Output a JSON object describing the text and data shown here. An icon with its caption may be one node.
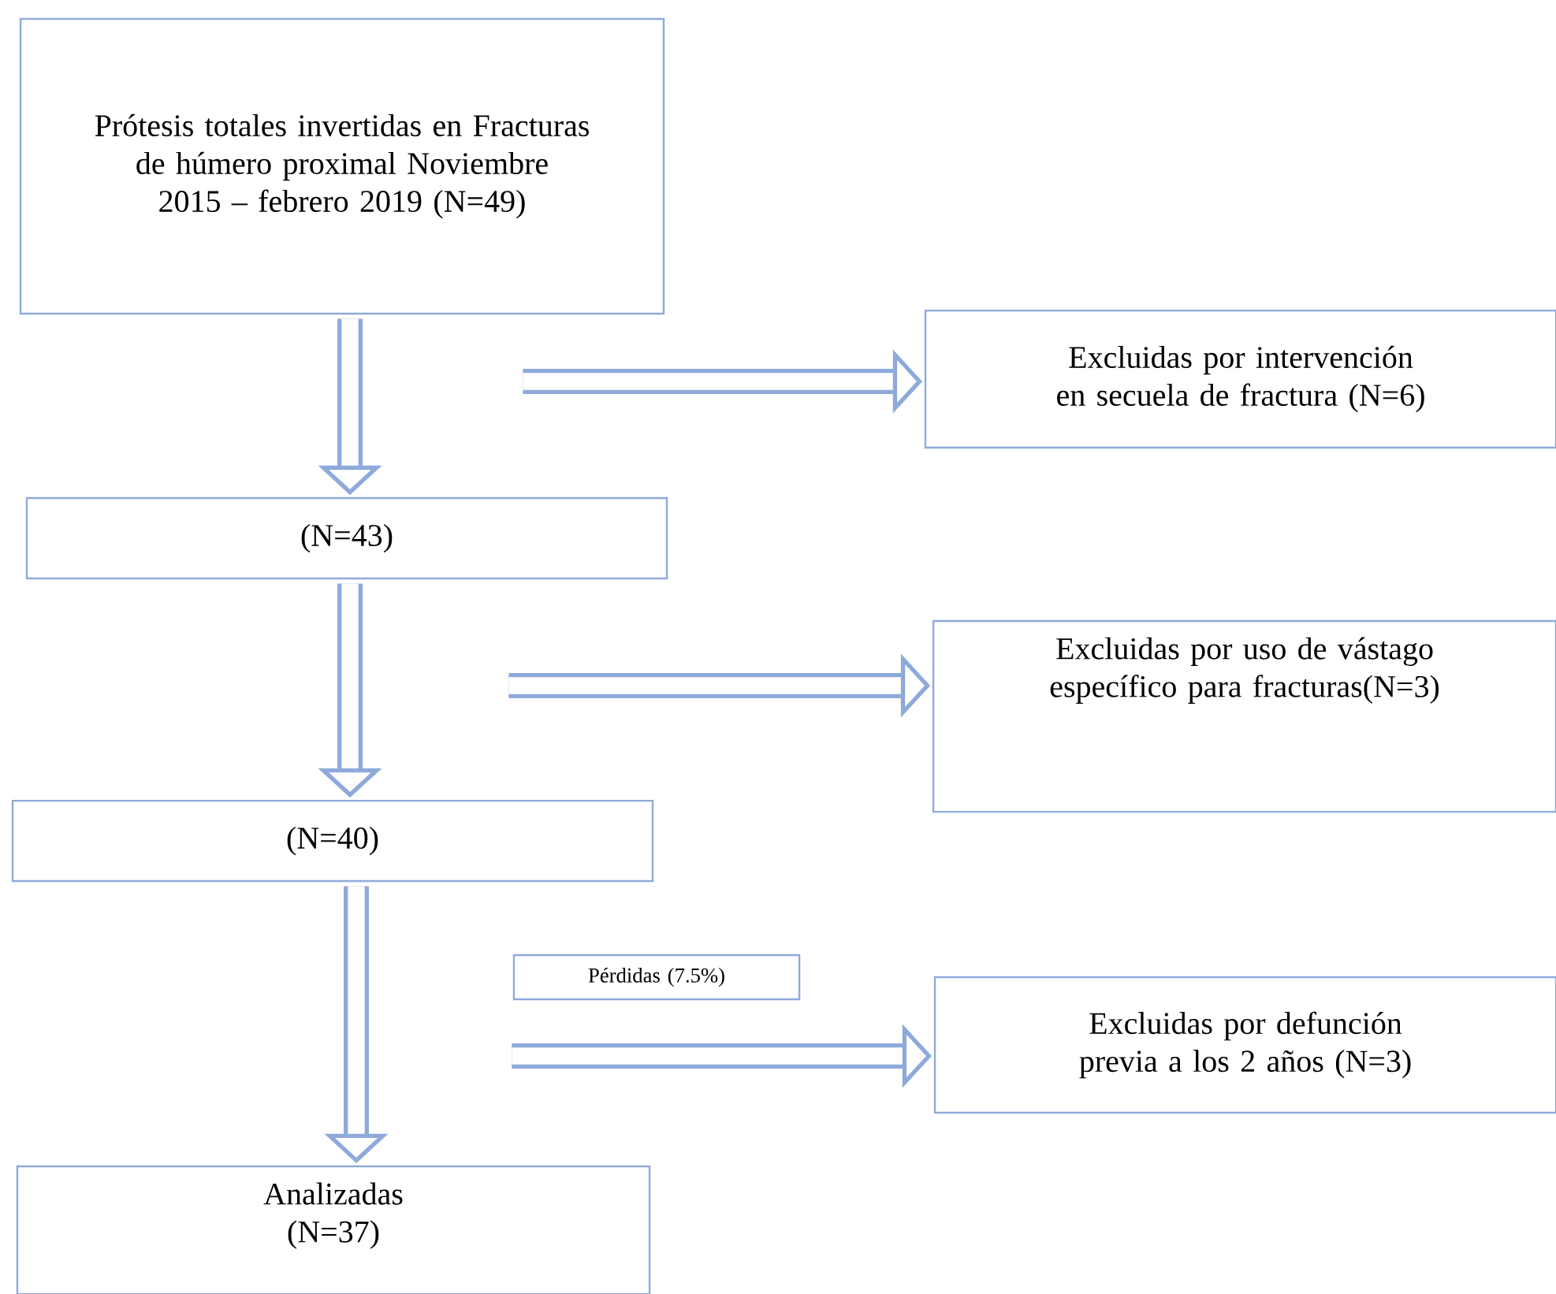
{
  "diagram": {
    "nodes": [
      {
        "text": [
          "Prótesis totales invertidas en Fracturas de húmero proximal Noviembre 2015 – febrero 2019 (N=49)"
        ]
      },
      {
        "text": [
          "Excluidas por intervención en secuela de fractura (N=6)"
        ]
      },
      {
        "text": [
          "(N=43)"
        ]
      },
      {
        "text": [
          "Excluidas por uso de vástago específico para fracturas(N=3)"
        ]
      },
      {
        "text": [
          "(N=40)"
        ]
      },
      {
        "text": [
          "Pérdidas (7.5%)"
        ]
      },
      {
        "text": [
          "Excluidas por defunción previa a los 2 años (N=3)"
        ]
      },
      {
        "text": [
          "Analizadas",
          "(N=37)"
        ]
      }
    ],
    "edges": [
      {
        "from": 0,
        "to": 2,
        "arrow": "to"
      },
      {
        "from": null,
        "to": 1,
        "arrow": "to"
      },
      {
        "from": 2,
        "to": 4,
        "arrow": "to"
      },
      {
        "from": null,
        "to": 3,
        "arrow": "to"
      },
      {
        "from": 4,
        "to": 7,
        "arrow": "to"
      },
      {
        "from": null,
        "to": 6,
        "arrow": "to"
      }
    ]
  }
}
